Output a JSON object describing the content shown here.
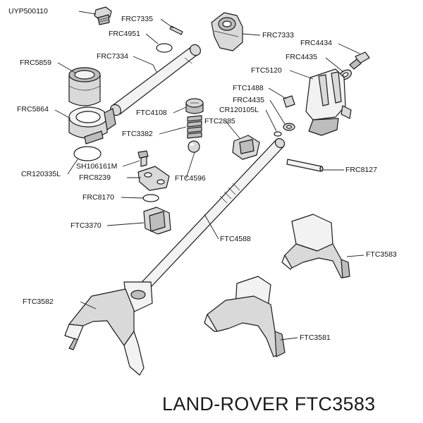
{
  "diagram": {
    "labels": {
      "uyp500110": "UYP500110",
      "frc7335": "FRC7335",
      "frc4951": "FRC4951",
      "frc7334": "FRC7334",
      "frc7333": "FRC7333",
      "frc4434": "FRC4434",
      "frc4435_top": "FRC4435",
      "ftc5120": "FTC5120",
      "frc5859": "FRC5859",
      "ftc1488": "FTC1488",
      "frc4435_mid": "FRC4435",
      "cr120105l": "CR120105L",
      "frc5864": "FRC5864",
      "ftc4108": "FTC4108",
      "ftc2885": "FTC2885",
      "ftc3382": "FTC3382",
      "sh106161m": "SH106161M",
      "cr120335l": "CR120335L",
      "frc8239": "FRC8239",
      "ftc4596": "FTC4596",
      "frc8127": "FRC8127",
      "frc8170": "FRC8170",
      "ftc3370": "FTC3370",
      "ftc4588": "FTC4588",
      "ftc3583": "FTC3583",
      "ftc3582": "FTC3582",
      "ftc3581": "FTC3581"
    },
    "footer": "LAND-ROVER FTC3583"
  }
}
